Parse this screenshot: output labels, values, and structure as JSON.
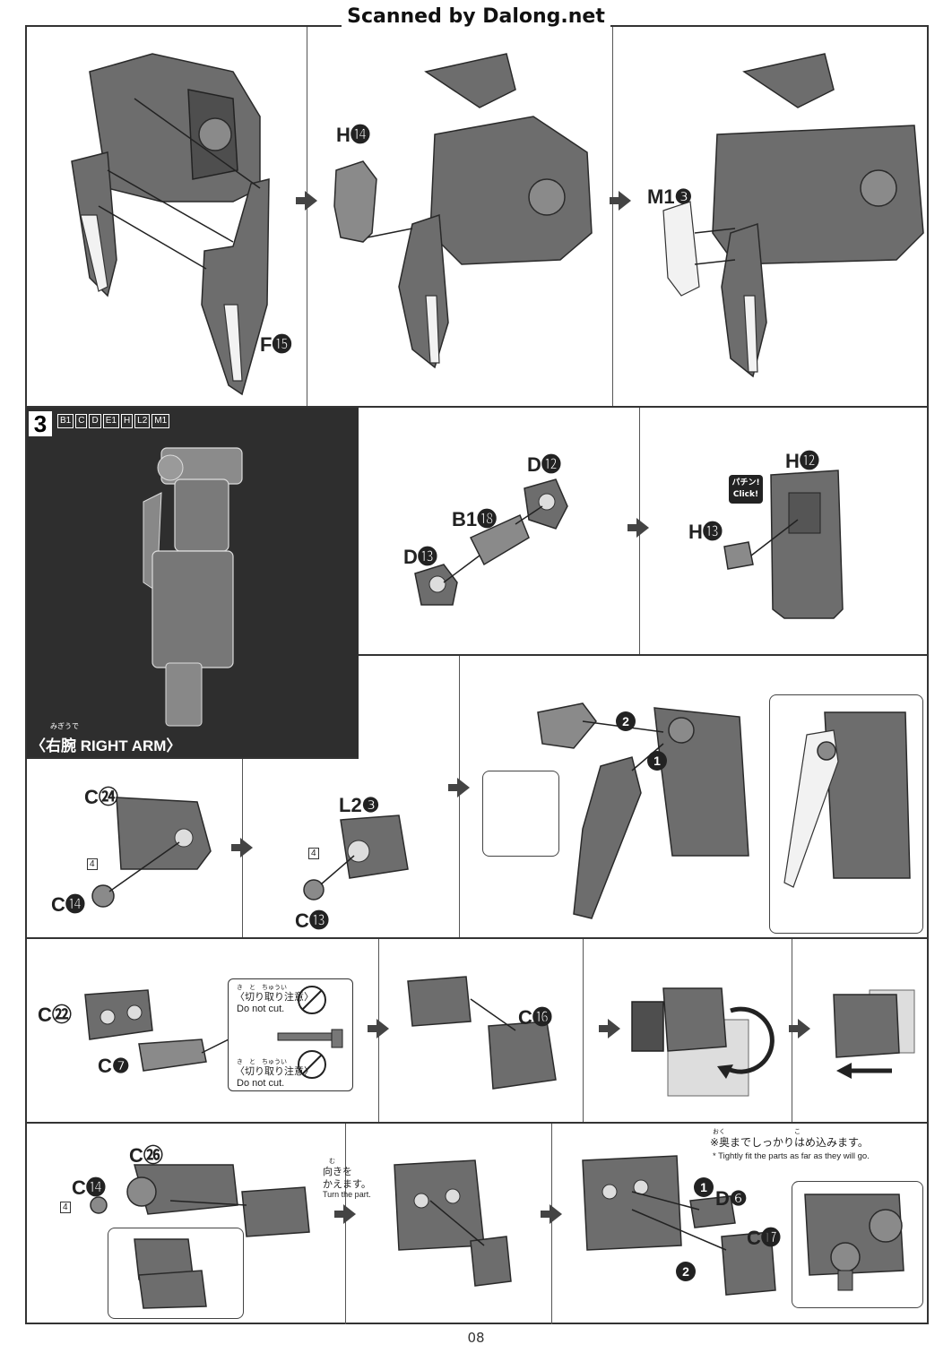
{
  "header": {
    "scan_credit": "Scanned by Dalong.net"
  },
  "step": {
    "number": "3",
    "runners": [
      "B1",
      "C",
      "D",
      "E1",
      "H",
      "L2",
      "M1"
    ],
    "title_ruby": "みぎうで",
    "title_jp": "〈右腕",
    "title_en": "RIGHT ARM〉"
  },
  "part_labels": {
    "f15": "F⓯",
    "h14": "H⓮",
    "m1_3": "M1❸",
    "d12": "D⓬",
    "b1_18": "B1⓲",
    "d13": "D⓭",
    "h12": "H⓬",
    "h13": "H⓭",
    "c24": "C㉔",
    "c14a": "C⓮",
    "l2_3": "L2❸",
    "c13": "C⓭",
    "c22": "C㉒",
    "c7": "C❼",
    "c16": "C⓰",
    "c26": "C㉖",
    "c14b": "C⓮",
    "d6": "D❻",
    "c17": "C⓱"
  },
  "order_marks": {
    "one": "1",
    "two": "2"
  },
  "click": {
    "jp": "パチン!",
    "en": "Click!"
  },
  "warning": {
    "ruby": "き　と　ちゅうい",
    "jp": "〈切り取り注意〉",
    "en": "Do not cut."
  },
  "gate_count": "4",
  "turn": {
    "ruby": "む",
    "jp_line1": "向きを",
    "jp_line2": "かえます。",
    "en": "Turn the part."
  },
  "note": {
    "ruby": "おく　　　　　　　　　　　こ",
    "jp": "※奥までしっかりはめ込みます。",
    "en": "* Tightly fit the parts as far as they will go."
  },
  "page_number": "08"
}
